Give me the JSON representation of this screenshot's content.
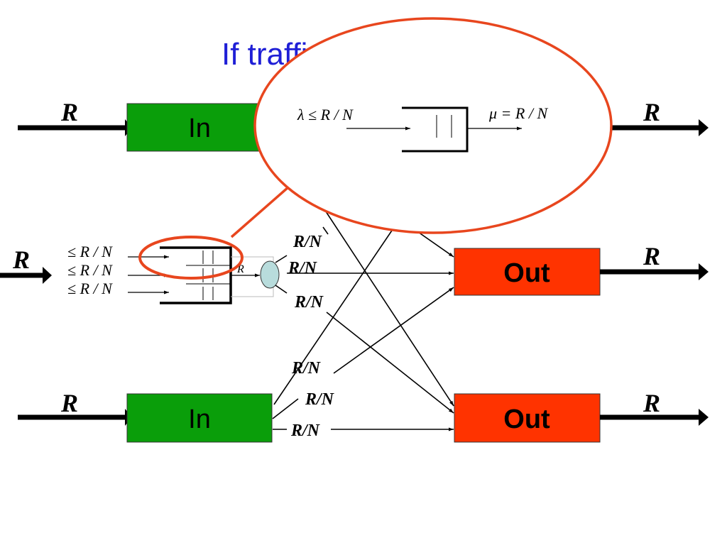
{
  "title": "If traffi",
  "colors": {
    "input_fill": "#0a9e0a",
    "output_fill": "#ff3300",
    "highlight": "#e8461e",
    "title": "#1f1fd6",
    "node_fill": "#b8dcdc"
  },
  "inputs": [
    {
      "label": "In",
      "rate_label": "R"
    },
    {
      "label": "In",
      "rate_label": "R"
    }
  ],
  "outputs": [
    {
      "label": "Out",
      "rate_label": "R"
    },
    {
      "label": "Out",
      "rate_label": "R"
    }
  ],
  "middle_input": {
    "rate_label": "R",
    "queue_inputs": [
      "≤ R / N",
      "≤ R / N",
      "≤ R / N"
    ],
    "queue_output": "R"
  },
  "link_labels": [
    "R/N",
    "R/N",
    "R/N",
    "R/N",
    "R/N",
    "R/N"
  ],
  "right_rates": [
    "R",
    "R",
    "R"
  ],
  "zoom": {
    "arrival": "λ ≤ R / N",
    "service": "μ = R / N"
  }
}
